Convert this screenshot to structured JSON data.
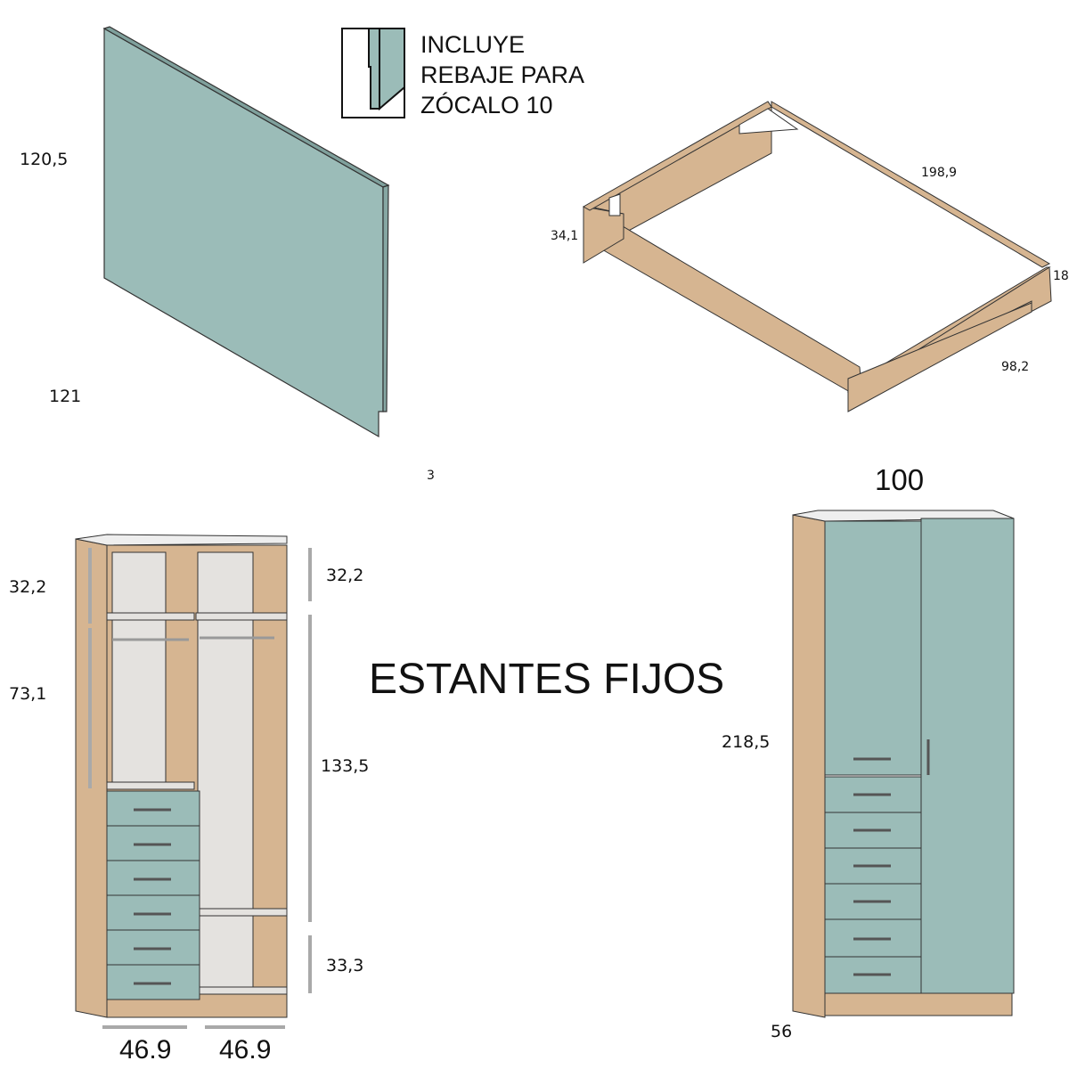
{
  "colors": {
    "panel": "#9bbcb8",
    "wood": "#d6b591",
    "interior": "#e4e2df",
    "arrow": "#a9a9a9"
  },
  "headboard": {
    "height": "120,5",
    "width": "121",
    "depth": "3"
  },
  "note": {
    "line1": "INCLUYE",
    "line2": "REBAJE PARA",
    "line3": "ZÓCALO 10"
  },
  "bed_frame": {
    "length": "198,9",
    "height": "34,1",
    "side": "18",
    "width": "98,2"
  },
  "title": "ESTANTES FIJOS",
  "open_wardrobe": {
    "left_top": "32,2",
    "left_middle": "73,1",
    "right_top": "32,2",
    "right_middle": "133,5",
    "right_bottom": "33,3",
    "width_left": "46.9",
    "width_right": "46.9"
  },
  "closed_wardrobe": {
    "width": "100",
    "height": "218,5",
    "depth": "56"
  }
}
